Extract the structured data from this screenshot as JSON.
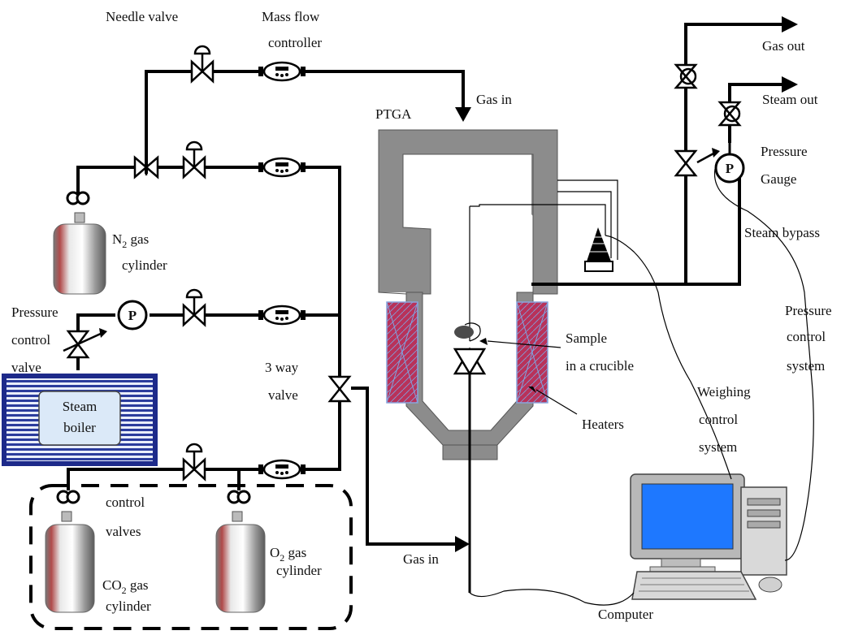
{
  "labels": {
    "needle_valve": "Needle valve",
    "mass_flow_1": "Mass flow",
    "mass_flow_2": "controller",
    "gas_in_top": "Gas in",
    "ptga": "PTGA",
    "gas_out": "Gas out",
    "steam_out": "Steam out",
    "pressure_gauge_1": "Pressure",
    "pressure_gauge_2": "Gauge",
    "steam_bypass": "Steam bypass",
    "n2_cyl_1": "N",
    "n2_cyl_sub": "2",
    "n2_cyl_1b": " gas",
    "n2_cyl_2": "cylinder",
    "pcv_1": "Pressure",
    "pcv_2": "control",
    "pcv_3": "valve",
    "steam_boiler_1": "Steam",
    "steam_boiler_2": "boiler",
    "three_way_1": "3 way",
    "three_way_2": "valve",
    "sample_1": "Sample",
    "sample_2": "in a crucible",
    "heaters": "Heaters",
    "pcs_1": "Pressure",
    "pcs_2": "control",
    "pcs_3": "system",
    "wcs_1": "Weighing",
    "wcs_2": "control",
    "wcs_3": "system",
    "control_valves_1": "control",
    "control_valves_2": "valves",
    "o2_cyl_1": "O",
    "o2_cyl_sub": "2",
    "o2_cyl_1b": " gas",
    "o2_cyl_2": "cylinder",
    "co2_cyl_1": "CO",
    "co2_cyl_sub": "2",
    "co2_cyl_1b": " gas",
    "co2_cyl_2": "cylinder",
    "gas_in_bottom": "Gas in",
    "computer": "Computer",
    "gauge_letter": "P"
  },
  "colors": {
    "pipe": "#000000",
    "reactor_wall": "#8c8c8c",
    "heater_fill": "#b8325a",
    "boiler_frame": "#1d2a8a",
    "boiler_inner": "#dbe9f8",
    "monitor_screen": "#1e78ff"
  },
  "icons": [
    "needle-valve-icon",
    "mass-flow-controller-icon",
    "three-way-valve-icon",
    "pressure-gauge-icon",
    "gas-cylinder-icon",
    "computer-icon"
  ]
}
